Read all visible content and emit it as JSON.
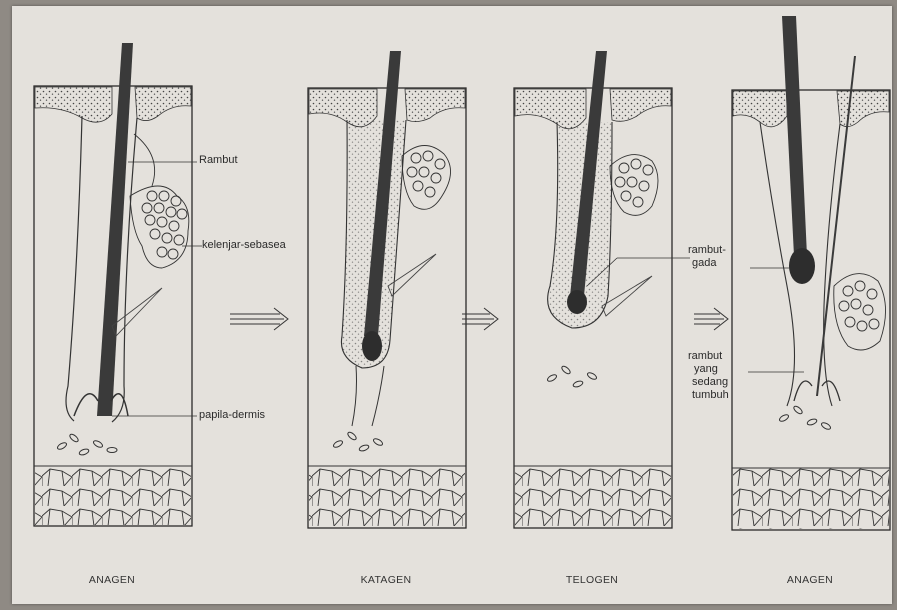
{
  "labels": {
    "rambut": "Rambut",
    "kelenjar_sebasea": "kelenjar-sebasea",
    "papila_dermis": "papila-dermis",
    "rambut_gada_line1": "rambut-",
    "rambut_gada_line2": "gada",
    "tumbuh_line1": "rambut",
    "tumbuh_line2": "yang",
    "tumbuh_line3": "sedang",
    "tumbuh_line4": "tumbuh"
  },
  "stages": [
    "ANAGEN",
    "KATAGEN",
    "TELOGEN",
    "ANAGEN"
  ],
  "colors": {
    "paper": "#e4e1dc",
    "ink": "#2b2b2b",
    "hair": "#3a3a3a"
  }
}
